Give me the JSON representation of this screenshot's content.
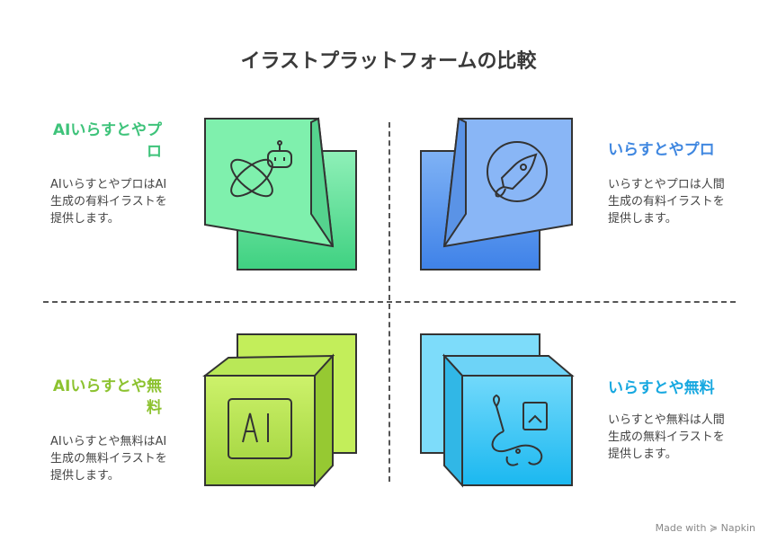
{
  "title": "イラストプラットフォームの比較",
  "quadrants": [
    {
      "title": "AIいらすとやプロ",
      "description": "AIいらすとやプロはAI生成の有料イラストを提供します。",
      "color": "#3ec37a",
      "icon": "ai-robot-icon"
    },
    {
      "title": "いらすとやプロ",
      "description": "いらすとやプロは人間生成の有料イラストを提供します。",
      "color": "#3f87e0",
      "icon": "rocket-icon"
    },
    {
      "title": "AIいらすとや無料",
      "description": "AIいらすとや無料はAI生成の無料イラストを提供します。",
      "color": "#8cc22f",
      "icon": "ai-letters-icon"
    },
    {
      "title": "いらすとや無料",
      "description": "いらすとや無料は人間生成の無料イラストを提供します。",
      "color": "#17a8e0",
      "icon": "elephant-painting-icon"
    }
  ],
  "watermark": "Made with ≽ Napkin"
}
